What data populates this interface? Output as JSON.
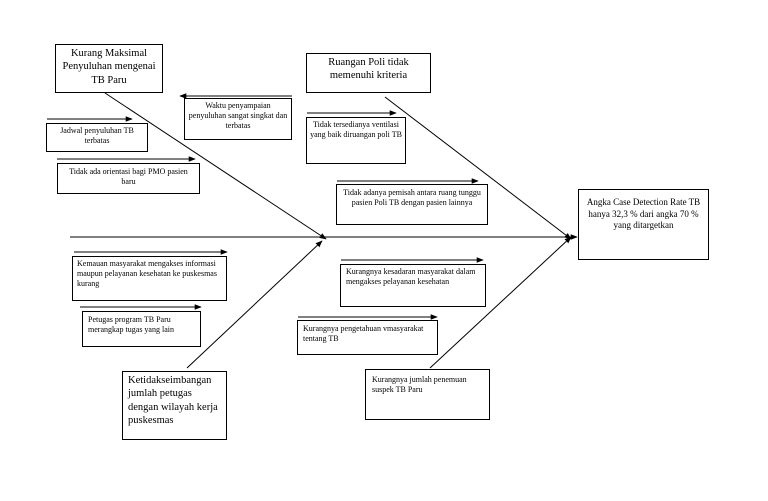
{
  "effect": {
    "text": "Angka Case Detection Rate TB hanya 32,3 % dari angka 70 % yang ditargetkan"
  },
  "categories": {
    "penyuluhan": "Kurang Maksimal Penyuluhan mengenai TB Paru",
    "ruangan": "Ruangan Poli tidak memenuhi kriteria",
    "petugas": "Ketidakseimbangan jumlah petugas dengan wilayah kerja puskesmas",
    "penemuan": "Kurangnya jumlah penemuan suspek TB Paru"
  },
  "causes": {
    "waktu": "Waktu penyampaian penyuluhan sangat singkat dan terbatas",
    "jadwal": "Jadwal penyuluhan TB terbatas",
    "orientasi": "Tidak ada orientasi bagi PMO pasien baru",
    "ventilasi": "Tidak tersedianya ventilasi yang baik diruangan poli TB",
    "pemisah": "Tidak adanya pemisah antara ruang tunggu pasien Poli TB dengan pasien lainnya",
    "kemauan": "Kemauan masyarakat mengakses informasi maupun pelayanan kesehatan ke puskesmas kurang",
    "rangkap": "Petugas program TB Paru merangkap tugas yang lain",
    "kesadaran": "Kurangnya kesadaran masyarakat dalam mengakses pelayanan kesehatan",
    "pengetahuan": "Kurangnya pengetahuan vmasyarakat tentang TB"
  }
}
